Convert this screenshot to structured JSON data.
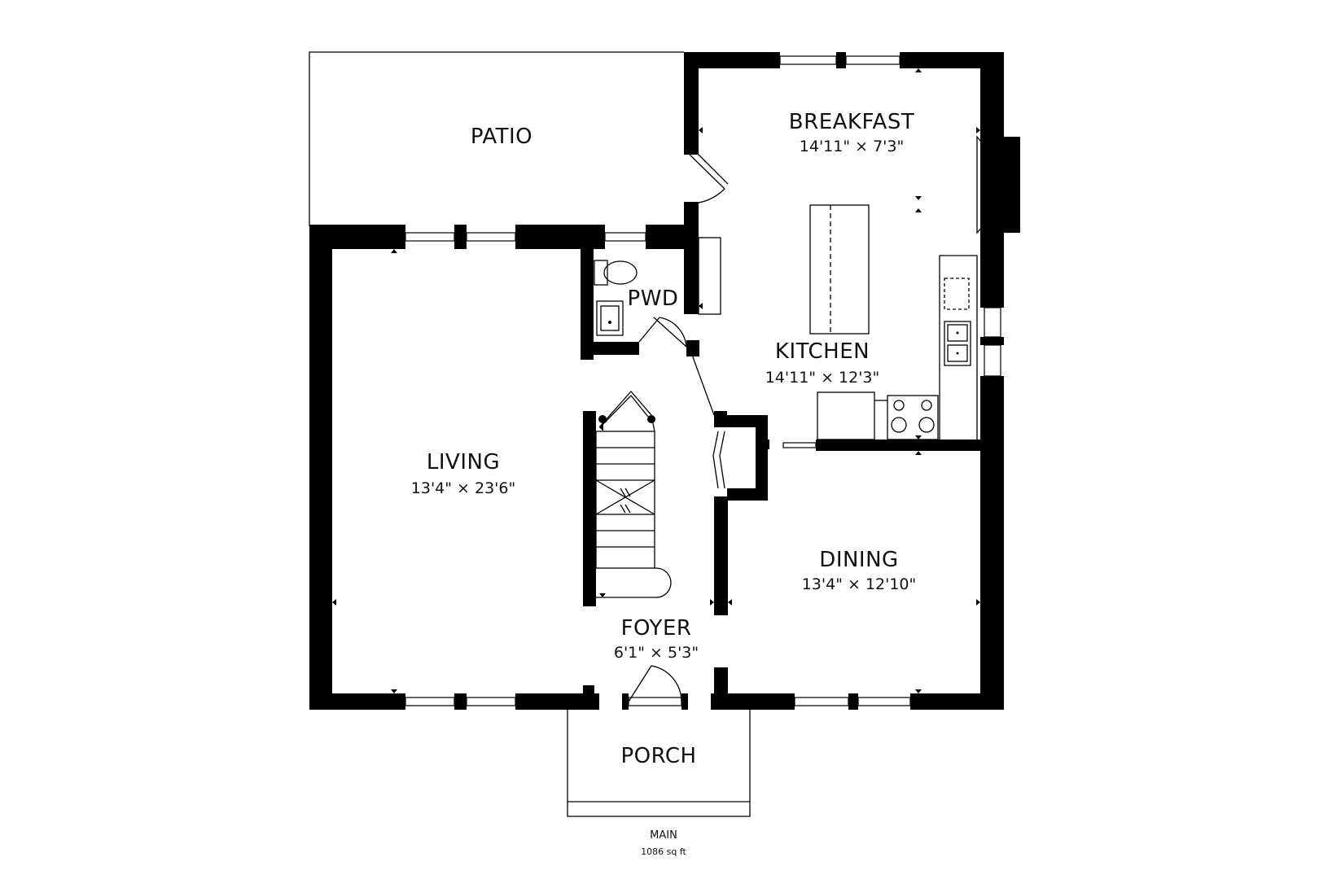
{
  "floor_plan": {
    "rooms": [
      {
        "name": "PATIO",
        "dimensions": ""
      },
      {
        "name": "BREAKFAST",
        "dimensions": "14'11\" × 7'3\""
      },
      {
        "name": "PWD",
        "dimensions": ""
      },
      {
        "name": "KITCHEN",
        "dimensions": "14'11\" × 12'3\""
      },
      {
        "name": "LIVING",
        "dimensions": "13'4\" × 23'6\""
      },
      {
        "name": "DINING",
        "dimensions": "13'4\" × 12'10\""
      },
      {
        "name": "FOYER",
        "dimensions": "6'1\" × 5'3\""
      },
      {
        "name": "PORCH",
        "dimensions": ""
      }
    ],
    "footer": {
      "level": "MAIN",
      "area": "1086 sq ft"
    }
  }
}
